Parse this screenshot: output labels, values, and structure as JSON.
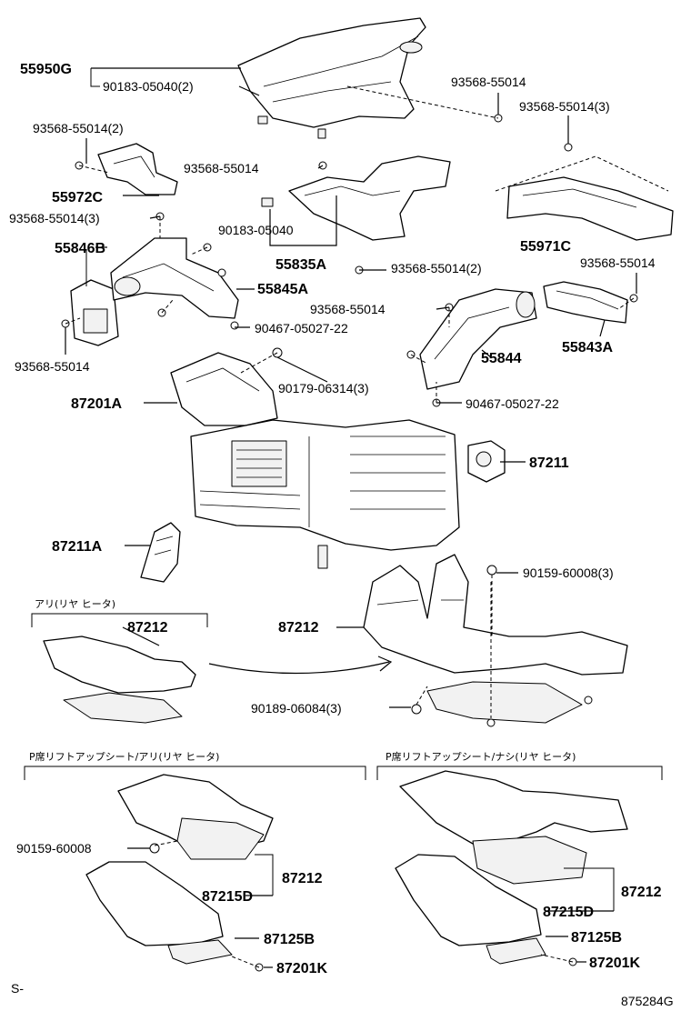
{
  "labels": {
    "p55950G": "55950G",
    "p90183_05040_2": "90183-05040(2)",
    "p93568_a": "93568-55014",
    "p93568_3_right": "93568-55014(3)",
    "p93568_2_left": "93568-55014(2)",
    "p93568_mid": "93568-55014",
    "p55972C": "55972C",
    "p93568_3_left": "93568-55014(3)",
    "p90183_05040": "90183-05040",
    "p55971C": "55971C",
    "p55846B": "55846B",
    "p55835A": "55835A",
    "p93568_2_mid": "93568-55014(2)",
    "p93568_right2": "93568-55014",
    "p55845A": "55845A",
    "p93568_mid2": "93568-55014",
    "p90467_a": "90467-05027-22",
    "p55844": "55844",
    "p55843A": "55843A",
    "p93568_bottomleft": "93568-55014",
    "p90179": "90179-06314(3)",
    "p87201A": "87201A",
    "p90467_b": "90467-05027-22",
    "p87211": "87211",
    "p87211A": "87211A",
    "p90159_3": "90159-60008(3)",
    "note_ari": "アリ(リヤ ヒータ)",
    "p87212_small": "87212",
    "p87212_main": "87212",
    "p90189": "90189-06084(3)",
    "note_left": "P席リフトアップシート/アリ(リヤ ヒータ)",
    "note_right": "P席リフトアップシート/ナシ(リヤ ヒータ)",
    "p90159_left": "90159-60008",
    "p87212_left": "87212",
    "p87215D_left": "87215D",
    "p87125B_left": "87125B",
    "p87201K_left": "87201K",
    "p87212_right": "87212",
    "p87215D_right": "87215D",
    "p87125B_right": "87125B",
    "p87201K_right": "87201K",
    "corner_s": "S-",
    "figure_id": "875284G"
  }
}
